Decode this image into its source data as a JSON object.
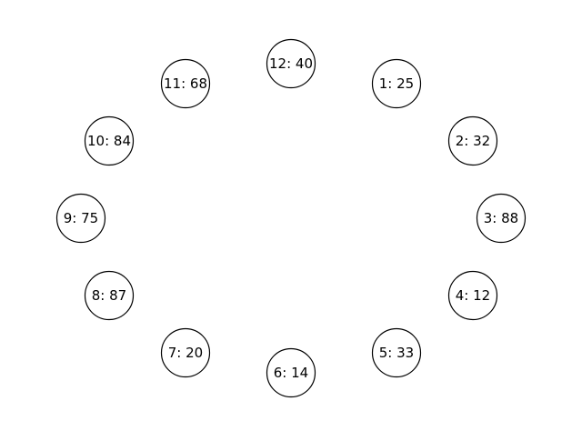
{
  "diagram": {
    "node_stroke": "#000000",
    "node_fill": "#ffffff",
    "nodes": [
      {
        "label": "12: 40"
      },
      {
        "label": "1: 25"
      },
      {
        "label": "2: 32"
      },
      {
        "label": "3: 88"
      },
      {
        "label": "4: 12"
      },
      {
        "label": "5: 33"
      },
      {
        "label": "6: 14"
      },
      {
        "label": "7: 20"
      },
      {
        "label": "8: 87"
      },
      {
        "label": "9: 75"
      },
      {
        "label": "10: 84"
      },
      {
        "label": "11: 68"
      }
    ]
  }
}
